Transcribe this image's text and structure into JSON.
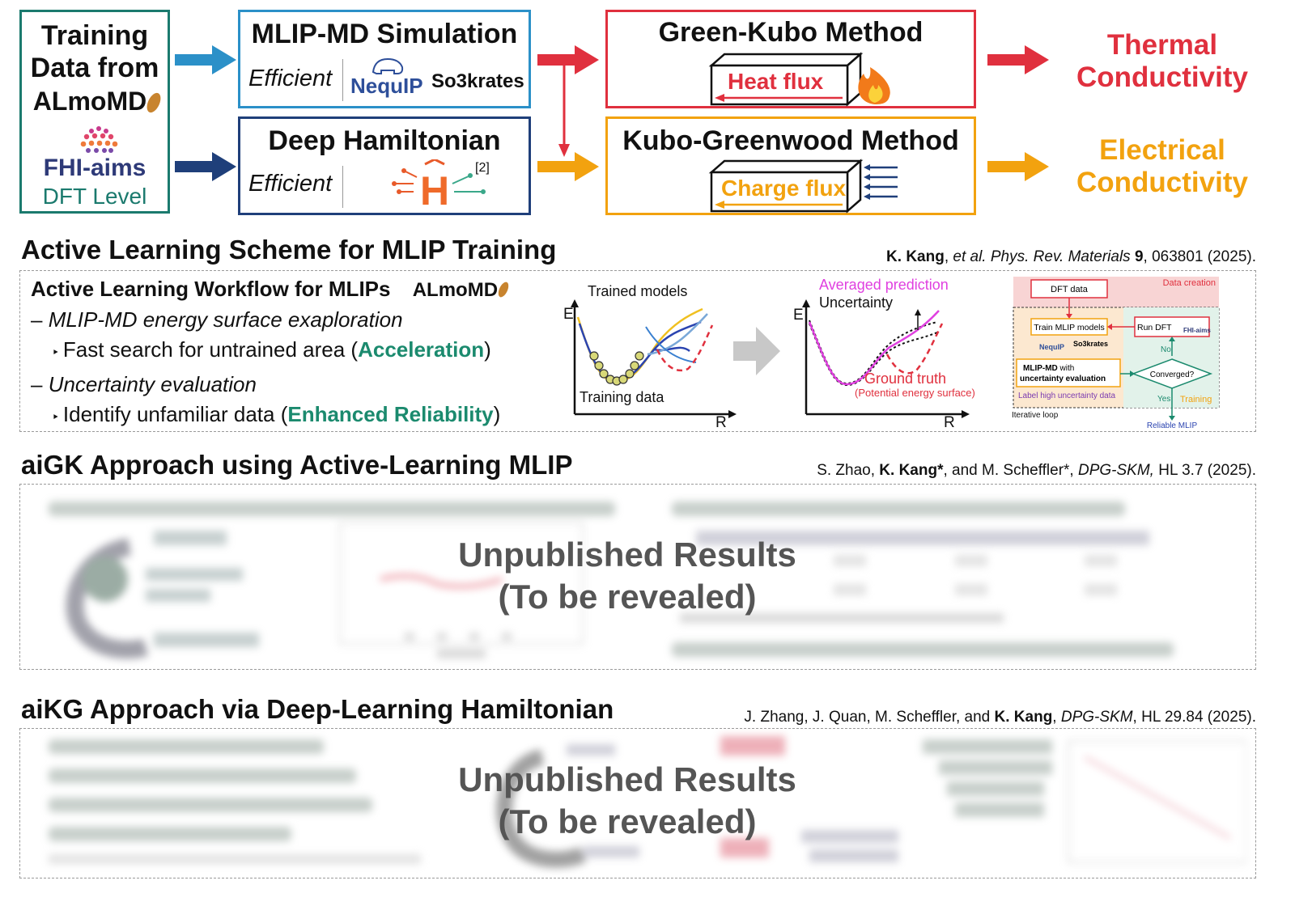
{
  "top": {
    "source_box": {
      "line1": "Training",
      "line2": "Data from",
      "almomd_logo": "ALmoMD",
      "fhi_logo": "FHI-aims",
      "dft_level": "DFT Level"
    },
    "mlip_box": {
      "title": "MLIP-MD Simulation",
      "efficient": "Efficient",
      "nequip": "NequIP",
      "so3krates": "So3krates"
    },
    "hamiltonian_box": {
      "title": "Deep Hamiltonian",
      "efficient": "Efficient",
      "ref_mark": "[2]"
    },
    "green_kubo_box": {
      "title": "Green-Kubo Method",
      "flux": "Heat flux"
    },
    "kubo_greenwood_box": {
      "title": "Kubo-Greenwood Method",
      "flux": "Charge flux"
    },
    "thermal": {
      "line1": "Thermal",
      "line2": "Conductivity"
    },
    "electrical": {
      "line1": "Electrical",
      "line2": "Conductivity"
    }
  },
  "section1": {
    "title": "Active Learning Scheme for MLIP Training",
    "ref": {
      "author_bold": "K. Kang",
      "author_rest": ", ",
      "etal": "et al.",
      "journal": "Phys. Rev. Materials",
      "volume": "9",
      "rest": ", 063801 (2025)."
    },
    "workflow_title": "Active Learning Workflow for MLIPs",
    "workflow_logo": "ALmoMD",
    "bullet1": "MLIP-MD energy surface exaploration",
    "sub1_pre": "Fast search for untrained area (",
    "sub1_hl": "Acceleration",
    "sub1_post": ")",
    "bullet2": "Uncertainty evaluation",
    "sub2_pre": "Identify unfamiliar data (",
    "sub2_hl": "Enhanced Reliability",
    "sub2_post": ")",
    "plot1": {
      "trained": "Trained models",
      "training": "Training data",
      "e": "E",
      "r": "R"
    },
    "plot2": {
      "averaged": "Averaged prediction",
      "uncertainty": "Uncertainty",
      "ground": "Ground truth",
      "pes": "(Potential energy surface)",
      "e": "E",
      "r": "R"
    },
    "flow": {
      "data_creation": "Data creation",
      "dft_data": "DFT data",
      "train": "Train MLIP models",
      "run_dft": "Run DFT",
      "fhi": "FHI-aims",
      "nequip": "NequIP",
      "so3krates": "So3krates",
      "no": "No",
      "mlip_md_1": "MLIP-MD",
      "mlip_md_2": " with",
      "mlip_md_3": "uncertainty evaluation",
      "converged": "Converged?",
      "label": "Label high uncertainty data",
      "yes": "Yes",
      "training": "Training",
      "iterative": "Iterative loop",
      "reliable": "Reliable MLIP"
    }
  },
  "section2": {
    "title": "aiGK Approach using Active-Learning MLIP",
    "ref": {
      "pre": "S. Zhao, ",
      "bold": "K. Kang*",
      "mid": ", and M. Scheffler*, ",
      "journal": "DPG-SKM,",
      "rest": " HL 3.7 (2025)."
    },
    "unpub_line1": "Unpublished Results",
    "unpub_line2": "(To be revealed)"
  },
  "section3": {
    "title": "aiKG Approach via Deep-Learning Hamiltonian",
    "ref": {
      "pre": "J. Zhang, J. Quan, M. Scheffler, and ",
      "bold": "K. Kang",
      "mid": ", ",
      "journal": "DPG-SKM",
      "rest": ", HL 29.84 (2025)."
    },
    "unpub_line1": "Unpublished Results",
    "unpub_line2": "(To be revealed)"
  },
  "colors": {
    "teal": "#1b7a6e",
    "navy": "#1f3f7a",
    "cyan": "#2b90c8",
    "red": "#e0303e",
    "orange": "#f2a20f",
    "green_text": "#1b8a6e"
  }
}
